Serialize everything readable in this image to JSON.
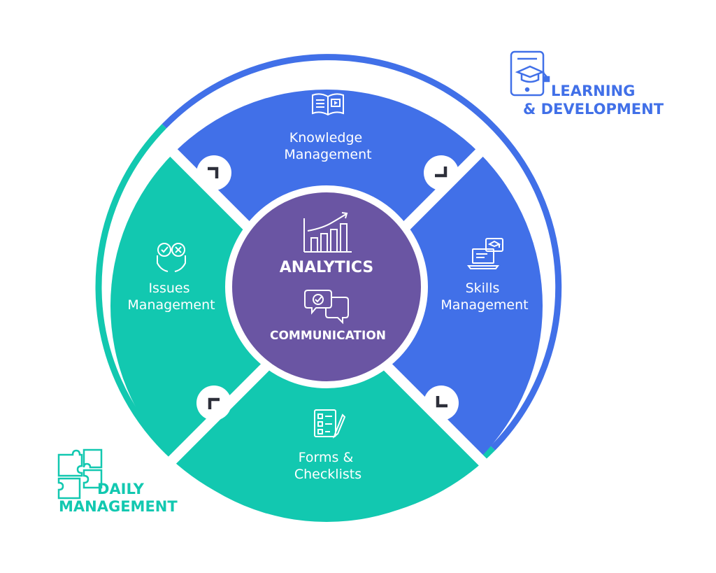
{
  "segments": {
    "knowledge": {
      "line1": "Knowledge",
      "line2": "Management",
      "icon": "book-icon"
    },
    "skills": {
      "line1": "Skills",
      "line2": "Management",
      "icon": "laptop-graduation-icon"
    },
    "forms": {
      "line1": "Forms &",
      "line2": "Checklists",
      "icon": "checklist-icon"
    },
    "issues": {
      "line1": "Issues",
      "line2": "Management",
      "icon": "hands-check-cross-icon"
    }
  },
  "center": {
    "analytics": "ANALYTICS",
    "communication": "COMMUNICATION",
    "icons": [
      "bar-chart-icon",
      "chat-bubbles-icon"
    ]
  },
  "corners": {
    "learning": {
      "line1": "LEARNING",
      "line2": "& DEVELOPMENT",
      "icon": "tablet-graduation-icon"
    },
    "daily": {
      "line1": "DAILY",
      "line2": "MANAGEMENT",
      "icon": "puzzle-icon"
    }
  },
  "colors": {
    "blue": "#4170E8",
    "teal": "#12C8B0",
    "purple": "#6A55A3",
    "dark": "#2D2F3A"
  }
}
